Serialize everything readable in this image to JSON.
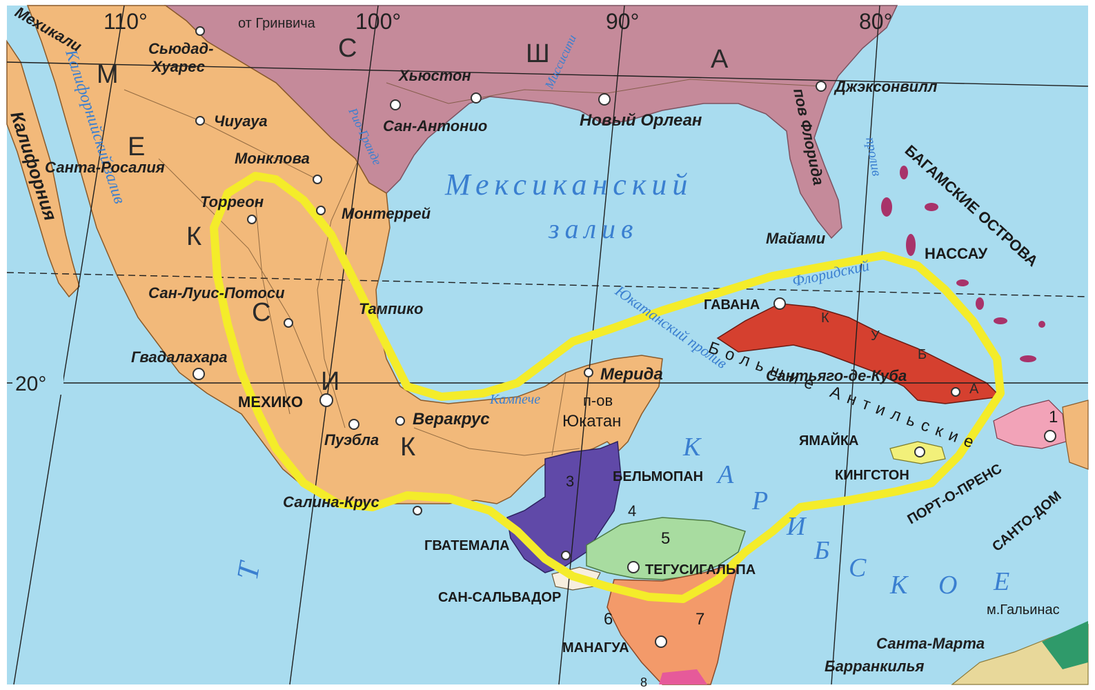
{
  "meridians": {
    "m110": "110°",
    "m100": "100°",
    "m90": "90°",
    "m80": "80°",
    "greenwich": "от Гринвича"
  },
  "parallel": {
    "p20": "20°"
  },
  "countries": {
    "usa": [
      "С",
      "Ш",
      "А"
    ],
    "mexico": [
      "М",
      "Е",
      "К",
      "С",
      "И",
      "К"
    ],
    "cuba": [
      "К",
      "У",
      "Б",
      "А"
    ]
  },
  "water": {
    "gulf_line1": "Мексиканский",
    "gulf_line2": "залив",
    "caribbean": [
      "К",
      "А",
      "Р",
      "И",
      "Б",
      "С",
      "К",
      "О",
      "Е"
    ],
    "calif_gulf": "Калифорнийский залив",
    "yucatan_strait": "Юкатанский пролив",
    "florida_strait": "Флоридский",
    "campeche": "Кампече",
    "ocean_letter": "Т",
    "rio_grande": "Рио-Гранде",
    "mississippi": "Миссисипи",
    "bahama_channel": "пролив"
  },
  "peninsulas": {
    "california": "Калифорния",
    "florida": "пов Флорида",
    "yucatan_1": "п-ов",
    "yucatan_2": "Юкатан"
  },
  "cities": {
    "mexicali": "Мехикали",
    "ciudad_juarez_1": "Сьюдад-",
    "ciudad_juarez_2": "Хуарес",
    "chihuahua": "Чиуауа",
    "santa_rosalia": "Санта-Росалия",
    "monclova": "Монклова",
    "torreon": "Торреон",
    "monterrey": "Монтеррей",
    "san_luis_potosi": "Сан-Луис-Потоси",
    "tampico": "Тампико",
    "guadalajara": "Гвадалахара",
    "mexico": "МЕХИКО",
    "puebla": "Пуэбла",
    "veracruz": "Веракрус",
    "salina_cruz": "Салина-Крус",
    "merida": "Мерида",
    "houston": "Хьюстон",
    "san_antonio": "Сан-Антонио",
    "new_orleans": "Новый Орлеан",
    "jacksonville": "Джэксонвилл",
    "miami": "Майами",
    "havana": "ГАВАНА",
    "santiago": "Сантьяго-де-Куба",
    "nassau": "НАССАУ",
    "jamaica": "ЯМАЙКА",
    "kingston": "КИНГСТОН",
    "port_au_prince": "ПОРТ-О-ПРЕНС",
    "santo_domingo": "САНТО-ДОМ",
    "belmopan": "БЕЛЬМОПАН",
    "guatemala": "ГВАТЕМАЛА",
    "tegucigalpa": "ТЕГУСИГАЛЬПА",
    "san_salvador": "САН-САЛЬВАДОР",
    "managua": "МАНАГУА",
    "galinas": "м.Гальинас",
    "santa_marta": "Санта-Марта",
    "barranquilla": "Барранкилья"
  },
  "regions": {
    "bahamas": "БАГАМСКИЕ ОСТРОВА",
    "greater_antilles": "Большие Антильские"
  },
  "numbers": {
    "n1": "1",
    "n3": "3",
    "n4": "4",
    "n5": "5",
    "n6": "6",
    "n7": "7",
    "n8": "8"
  },
  "colors": {
    "sea": "#a9dcef",
    "usa": "#c58a9a",
    "mexico": "#f2b97a",
    "cuba": "#d5402f",
    "belize_guatemala": "#6049a8",
    "honduras": "#a8dca0",
    "nicaragua": "#f39a6a",
    "jamaica": "#f2f07a",
    "highlight": "#f4ec2a"
  }
}
